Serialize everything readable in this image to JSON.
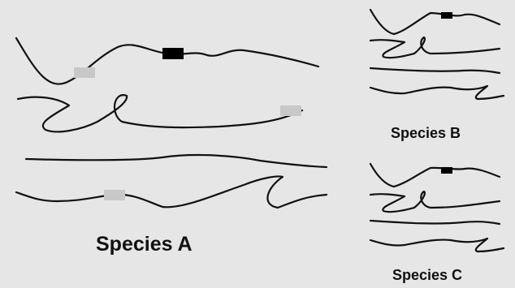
{
  "colors": {
    "background": "#e6e6e6",
    "strand": "#111111",
    "marker_dark": "#000000",
    "marker_light": "#c8c8c8"
  },
  "panels": [
    {
      "label": "Species A",
      "strands": 4,
      "markers": [
        {
          "strand": 1,
          "shade": "marker_light"
        },
        {
          "strand": 1,
          "shade": "marker_dark"
        },
        {
          "strand": 2,
          "shade": "marker_light"
        },
        {
          "strand": 4,
          "shade": "marker_light"
        }
      ]
    },
    {
      "label": "Species B",
      "strands": 4,
      "markers": [
        {
          "strand": 1,
          "shade": "marker_dark"
        }
      ]
    },
    {
      "label": "Species C",
      "strands": 4,
      "markers": [
        {
          "strand": 1,
          "shade": "marker_dark"
        }
      ]
    }
  ]
}
